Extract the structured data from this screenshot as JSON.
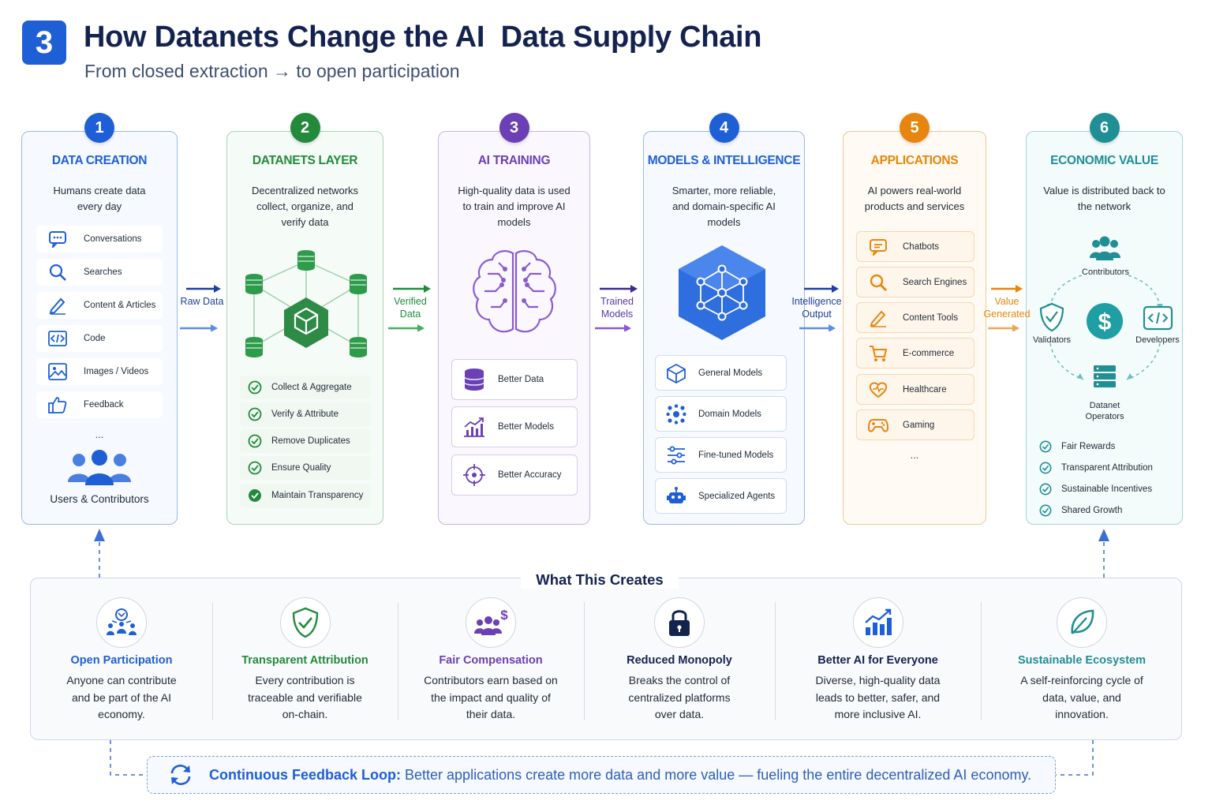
{
  "header": {
    "step_number": "3",
    "title": "How Datanets Change the AI  Data Supply Chain",
    "subtitle": "From closed extraction → to open participation"
  },
  "colors": {
    "blue": "#1f5fd6",
    "green": "#238a3c",
    "purple": "#6b3fb5",
    "orange": "#e8850e",
    "teal": "#1f8f95",
    "navy": "#14224f"
  },
  "stages": [
    {
      "number": "1",
      "title": "DATA CREATION",
      "description": "Humans create data every day",
      "items": [
        {
          "icon": "chat-icon",
          "label": "Conversations"
        },
        {
          "icon": "search-icon",
          "label": "Searches"
        },
        {
          "icon": "pencil-icon",
          "label": "Content & Articles"
        },
        {
          "icon": "code-icon",
          "label": "Code"
        },
        {
          "icon": "image-icon",
          "label": "Images / Videos"
        },
        {
          "icon": "thumbs-up-icon",
          "label": "Feedback"
        }
      ],
      "more": "...",
      "footer": "Users & Contributors"
    },
    {
      "number": "2",
      "title": "DATANETS LAYER",
      "description": "Decentralized networks collect, organize, and verify data",
      "items": [
        "Collect & Aggregate",
        "Verify & Attribute",
        "Remove Duplicates",
        "Ensure Quality",
        "Maintain Transparency"
      ]
    },
    {
      "number": "3",
      "title": "AI TRAINING",
      "description": "High-quality data is used to train and improve AI models",
      "items": [
        {
          "icon": "database-icon",
          "label": "Better Data"
        },
        {
          "icon": "growth-chart-icon",
          "label": "Better Models"
        },
        {
          "icon": "target-icon",
          "label": "Better Accuracy"
        }
      ]
    },
    {
      "number": "4",
      "title": "MODELS & INTELLIGENCE",
      "description": "Smarter, more reliable, and domain-specific AI models",
      "items": [
        {
          "icon": "cube-icon",
          "label": "General Models"
        },
        {
          "icon": "network-icon",
          "label": "Domain Models"
        },
        {
          "icon": "sliders-icon",
          "label": "Fine-tuned Models"
        },
        {
          "icon": "robot-icon",
          "label": "Specialized Agents"
        }
      ]
    },
    {
      "number": "5",
      "title": "APPLICATIONS",
      "description": "AI powers real-world products and services",
      "items": [
        {
          "icon": "chat-icon",
          "label": "Chatbots"
        },
        {
          "icon": "search-icon",
          "label": "Search Engines"
        },
        {
          "icon": "pencil-icon",
          "label": "Content Tools"
        },
        {
          "icon": "cart-icon",
          "label": "E-commerce"
        },
        {
          "icon": "heart-icon",
          "label": "Healthcare"
        },
        {
          "icon": "gamepad-icon",
          "label": "Gaming"
        }
      ],
      "more": "..."
    },
    {
      "number": "6",
      "title": "ECONOMIC VALUE",
      "description": "Value is distributed back to the network",
      "roles": {
        "top": "Contributors",
        "left": "Validators",
        "right": "Developers",
        "bottom": "Datanet Operators"
      },
      "items": [
        "Fair Rewards",
        "Transparent Attribution",
        "Sustainable Incentives",
        "Shared Growth"
      ]
    }
  ],
  "flows": [
    {
      "label": "Raw Data"
    },
    {
      "label": "Verified Data"
    },
    {
      "label": "Trained Models"
    },
    {
      "label": "Intelligence Output"
    },
    {
      "label": "Value Generated"
    }
  ],
  "creates": {
    "title": "What This Creates",
    "benefits": [
      {
        "icon": "participation-icon",
        "title": "Open Participation",
        "description": "Anyone can contribute and be part of the AI economy."
      },
      {
        "icon": "shield-check-icon",
        "title": "Transparent Attribution",
        "description": "Every contribution is traceable and verifiable on-chain."
      },
      {
        "icon": "people-dollar-icon",
        "title": "Fair Compensation",
        "description": "Contributors earn based on the impact and quality of their data."
      },
      {
        "icon": "lock-icon",
        "title": "Reduced Monopoly",
        "description": "Breaks the control of centralized platforms over data."
      },
      {
        "icon": "bar-chart-icon",
        "title": "Better AI for Everyone",
        "description": "Diverse, high-quality data leads to better, safer, and more inclusive AI."
      },
      {
        "icon": "leaf-icon",
        "title": "Sustainable Ecosystem",
        "description": "A self-reinforcing cycle of data, value, and innovation."
      }
    ]
  },
  "loop": {
    "label": "Continuous Feedback Loop:",
    "text": "Better applications create more data and more value — fueling the entire decentralized AI economy."
  }
}
